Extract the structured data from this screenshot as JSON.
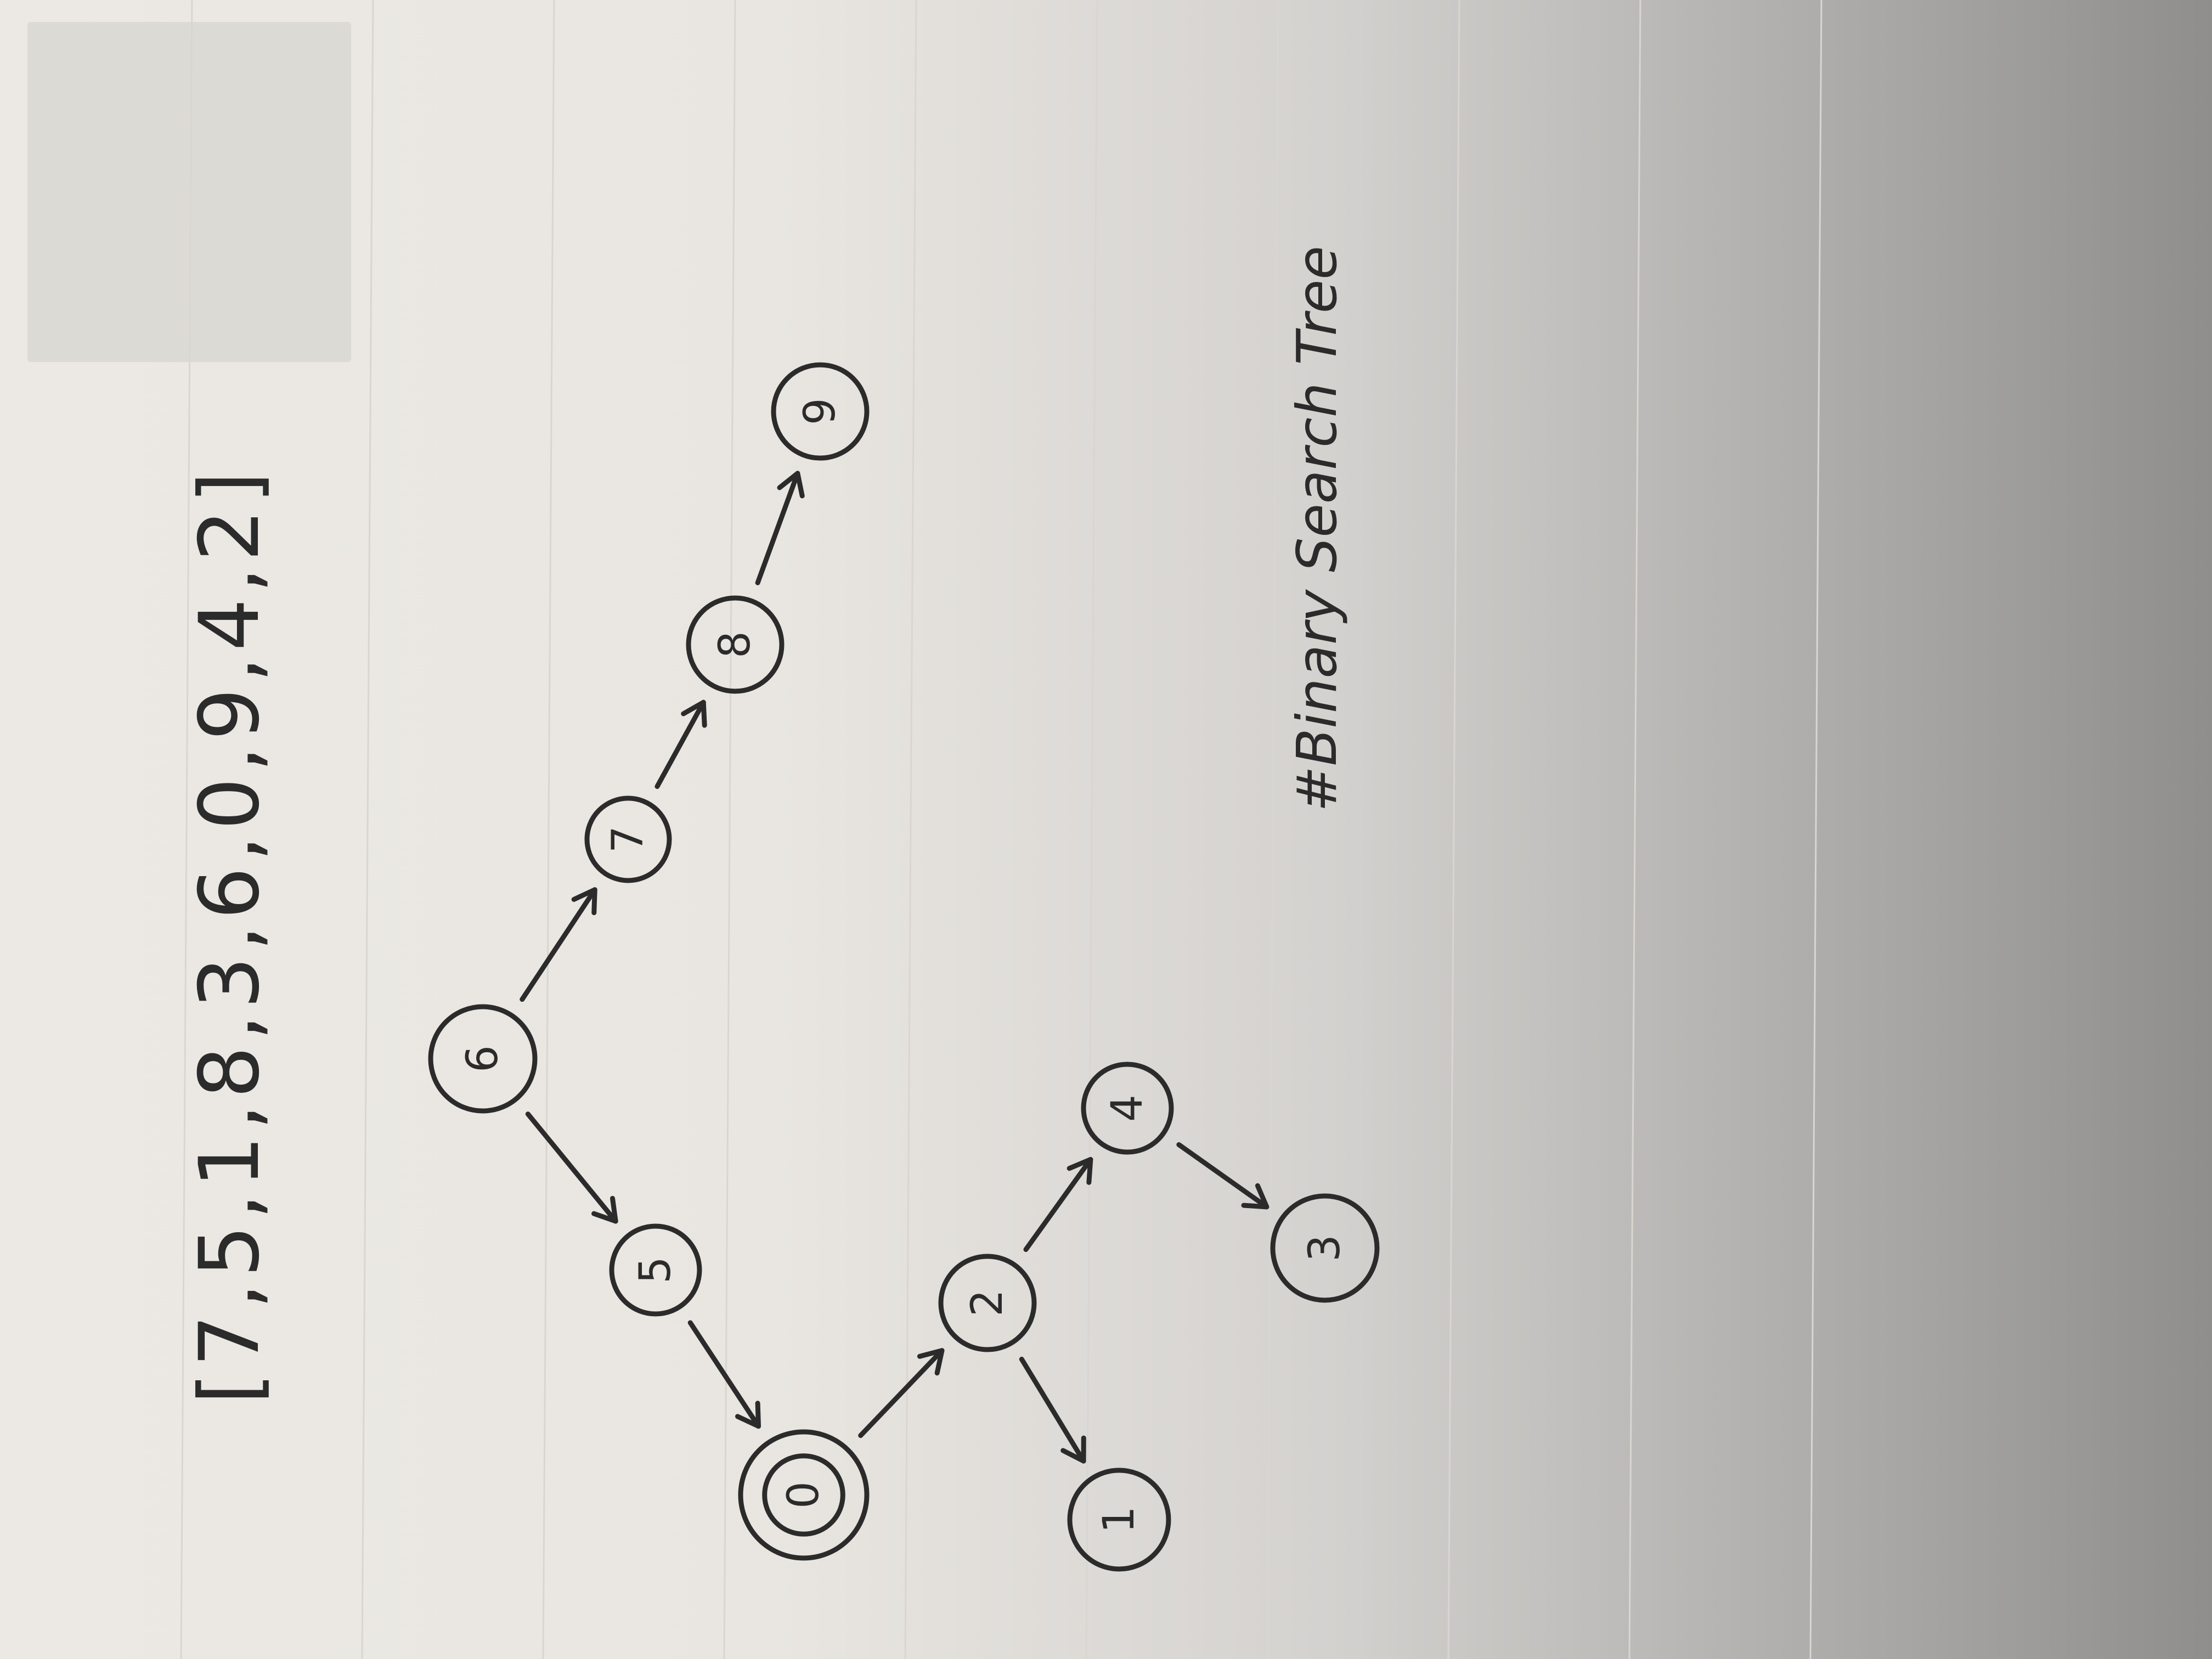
{
  "sequence": "[7,5,1,8,3,6,0,9,4,2]",
  "caption": "#Binary Search Tree",
  "nodes": [
    {
      "id": "0",
      "label": "0",
      "double_ring": true
    },
    {
      "id": "5",
      "label": "5",
      "double_ring": false
    },
    {
      "id": "6",
      "label": "6",
      "double_ring": false
    },
    {
      "id": "7",
      "label": "7",
      "double_ring": false
    },
    {
      "id": "8",
      "label": "8",
      "double_ring": false
    },
    {
      "id": "9",
      "label": "9",
      "double_ring": false
    },
    {
      "id": "2",
      "label": "2",
      "double_ring": false
    },
    {
      "id": "1",
      "label": "1",
      "double_ring": false
    },
    {
      "id": "4",
      "label": "4",
      "double_ring": false
    },
    {
      "id": "3",
      "label": "3",
      "double_ring": false
    }
  ],
  "edges": [
    {
      "from": "6",
      "to": "5"
    },
    {
      "from": "5",
      "to": "0"
    },
    {
      "from": "6",
      "to": "7"
    },
    {
      "from": "7",
      "to": "8"
    },
    {
      "from": "8",
      "to": "9"
    },
    {
      "from": "0",
      "to": "2"
    },
    {
      "from": "2",
      "to": "1"
    },
    {
      "from": "2",
      "to": "4"
    },
    {
      "from": "4",
      "to": "3"
    }
  ],
  "colors": {
    "ink": "#2b2b2b",
    "paper": "#ebe8e3"
  }
}
